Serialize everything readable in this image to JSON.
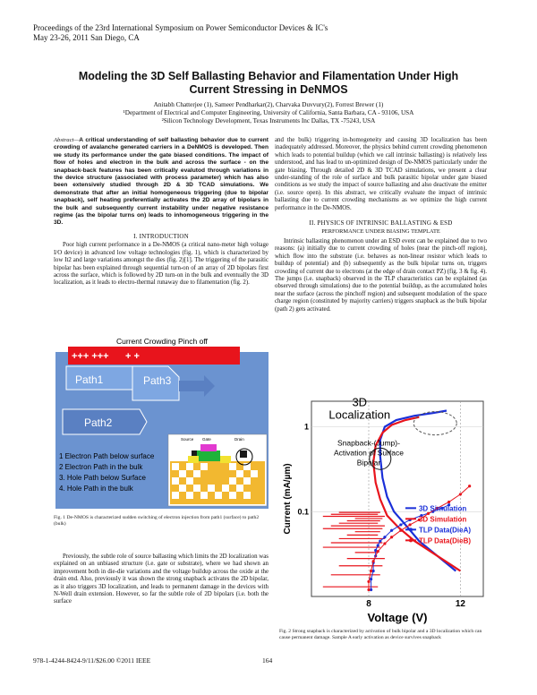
{
  "header": {
    "line1": "Proceedings of the 23rd International Symposium on Power Semiconductor Devices & IC's",
    "line2": "May 23-26, 2011 San Diego, CA"
  },
  "title": {
    "line1": "Modeling the 3D Self Ballasting Behavior and Filamentation Under High",
    "line2": "Current Stressing in DeNMOS"
  },
  "authors": {
    "names": "Anitabh Chatterjee (1), Sameer Pendharkar(2), Charvaka Duvvury(2), Forrest Brewer (1)",
    "aff1": "¹Department of Electrical and Computer Engineering, University of California, Santa Barbara, CA - 93106, USA",
    "aff2": "²Silicon Technology Development, Texas Instruments Inc Dallas, TX -75243, USA"
  },
  "abstract": {
    "label": "Abstract—",
    "text": "A critical understanding of self ballasting behavior due to current crowding of avalanche generated carriers in a DeNMOS is developed. Then we study its performance under the gate biased conditions. The impact of flow of holes and electron in the bulk and across the surface - on the snapback-back features has been critically evalutod through variations in the device structure (associated with process parameter) which has also been extensively studied through 2D & 3D TCAD simulations. We demonstrate that after an initial homogeneous triggering (due to bipolar snapback), self heating preferentially activates the 2D array of bipolars in the bulk and subsequently current instability under negative resistance regime (as the bipolar turns on) leads to inhomogeneous triggering in the 3D."
  },
  "sections": {
    "intro_title": "I.   INTRODUCTION",
    "intro_p1": "Poor high current performance in a De-NMOS (a critical nano-meter high voltage I/O device) in advanced low voltage technologies (fig. 1), which is characterized by low It2 and large variations amongst the dies (fig. 2)[1]. The triggering of the parasitic bipolar has been explained through sequential turn-on of an array of 2D bipolars first across the surface, which is followed by 2D turn-on in the bulk and eventually the 3D localization, as it leads to electro-thermal runaway due to filamentation (fig. 2).",
    "intro_p2": "Previously, the subtle role of source ballasting which limits the 2D localization was explained on an unbiased structure (i.e. gate or substrate), where we had shown an improvement both in die-die variations and the voltage buildup across the oxide at the drain end. Also, previously it was shown the strong snapback activates the 2D bipolar, as it also triggers 3D localization, and leads to permanent damage in the devices with N-Well drain extension. However, so far the subtle role of 2D bipolars (i.e. both the surface",
    "right_p1": "and the bulk) triggering in-homogeneity and causing 3D localization has been inadequately addressed. Moreover, the physics behind current crowding phenomenon which leads to potential buildup (which we call intrinsic ballasting) is relatively less understood, and has lead to un-optimized design of De-NMOS particularly under the gate biasing. Through detailed 2D & 3D TCAD simulations, we present a clear under-standing of the role of surface and bulk parasitic bipolar under gate biased conditions as we study the impact of source ballasting and also deactivate the emitter (i.e. source open). In this abstract, we critically evaluate the impact of intrinsic ballasting due to current crowding mechanisms as we optimize the high current performance in the De-NMOS.",
    "sec2_title": "II.   PHYSICS OF INTRINSIC BALLASTING & ESD",
    "sec2_sub": "PERFORMANCE UNDER BIASING TEMPLATE",
    "sec2_p1": "Intrinsic ballasting phenomenon under an ESD event can be explained due to two reasons: (a) initially due to current crowding of holes (near the pinch-off region), which flow into the substrate (i.e. behaves as non-linear resistor which leads to buildup of potential) and (b) subsequently as the bulk bipolar turns on, triggers crowding of current due to electrons (at the edge of drain contact PZ) (fig. 3 & fig. 4). The jumps (i.e. snapback) observed in the TLP characteristics can be explained (as observed through simulations) due to the potential buildup, as the accumulated holes near the surface (across the pinchoff region) and subsequent modulation of the space charge region (constituted by majority carriers) triggers snapback as the bulk bipolar (path 2) gets activated."
  },
  "fig1": {
    "top_label": "Current Crowding Pinch off",
    "path1": "Path1",
    "path2": "Path2",
    "path3": "Path3",
    "source": "Source",
    "gate": "Gate",
    "drain": "Drain",
    "legend": [
      "1 Electron Path below surface",
      "2 Electron Path in the bulk",
      "3. Hole Path below Surface",
      "4. Hole Path in the bulk"
    ],
    "caption": "Fig. 1 De-NMOS is characterized sudden switching of electron injection from path1 (surface) to path2 (bulk)",
    "colors": {
      "red": "#e8141c",
      "blue": "#5b84c8",
      "gold": "#f2b830"
    }
  },
  "chart_data": {
    "type": "line",
    "xlabel": "Voltage (V)",
    "ylabel": "Current (mA/µm)",
    "xlim": [
      5.5,
      13
    ],
    "ylim": [
      0.01,
      2
    ],
    "yscale": "log",
    "xticks": [
      "8",
      "12"
    ],
    "yticks": [
      "1",
      "0.1"
    ],
    "annotations": [
      "3D Localization",
      "Snapback-(Jump)-Activation of Surface Bipolar"
    ],
    "series": [
      {
        "name": "3D Simulation",
        "color": "#1a2fd8",
        "x": [
          11.8,
          11.0,
          10.2,
          9.6,
          9.1,
          8.8,
          8.6,
          8.5,
          8.5,
          8.7,
          9.2,
          10.0,
          10.8,
          11.4
        ],
        "y": [
          0.02,
          0.03,
          0.045,
          0.07,
          0.1,
          0.15,
          0.25,
          0.45,
          0.7,
          1.0,
          1.2,
          1.35,
          1.45,
          1.55
        ]
      },
      {
        "name": "3D Simulation",
        "color": "#e8141c",
        "x": [
          12.0,
          11.0,
          10.0,
          9.3,
          8.8,
          8.5,
          8.3,
          8.2,
          8.3,
          8.6,
          9.0,
          9.6,
          10.2
        ],
        "y": [
          0.02,
          0.03,
          0.045,
          0.065,
          0.09,
          0.14,
          0.22,
          0.38,
          0.6,
          0.85,
          1.05,
          1.2,
          1.3
        ]
      },
      {
        "name": "TLP Data(DieA)",
        "color": "#1a2fd8",
        "x": [
          8.1,
          8.1,
          8.2,
          8.2,
          8.3,
          8.3,
          8.4,
          8.5,
          8.7,
          9.0,
          9.4,
          9.8,
          10.3,
          10.8,
          11.2,
          11.5
        ],
        "y": [
          0.012,
          0.016,
          0.02,
          0.025,
          0.03,
          0.035,
          0.04,
          0.045,
          0.05,
          0.06,
          0.07,
          0.08,
          0.09,
          0.1,
          0.11,
          0.12
        ]
      },
      {
        "name": "TLP Data(DieB)",
        "color": "#e8141c",
        "x": [
          8.0,
          8.0,
          8.1,
          8.2,
          8.4,
          8.7,
          9.0,
          9.4,
          9.8,
          10.2,
          10.6,
          11.0,
          11.5,
          12.0,
          12.4
        ],
        "y": [
          0.012,
          0.015,
          0.02,
          0.026,
          0.034,
          0.042,
          0.05,
          0.06,
          0.07,
          0.08,
          0.095,
          0.11,
          0.13,
          0.16,
          0.2
        ]
      }
    ],
    "legend_position": "bottom-right"
  },
  "fig2": {
    "caption": "Fig. 2 Strong snapback is characterized by activation of bulk bipolar and a 3D localization which can cause permanent damage. Sample A early activation as device survives snapback"
  },
  "footer": {
    "isbn": "978-1-4244-8424-9/11/$26.00 ©2011 IEEE",
    "page": "164"
  }
}
